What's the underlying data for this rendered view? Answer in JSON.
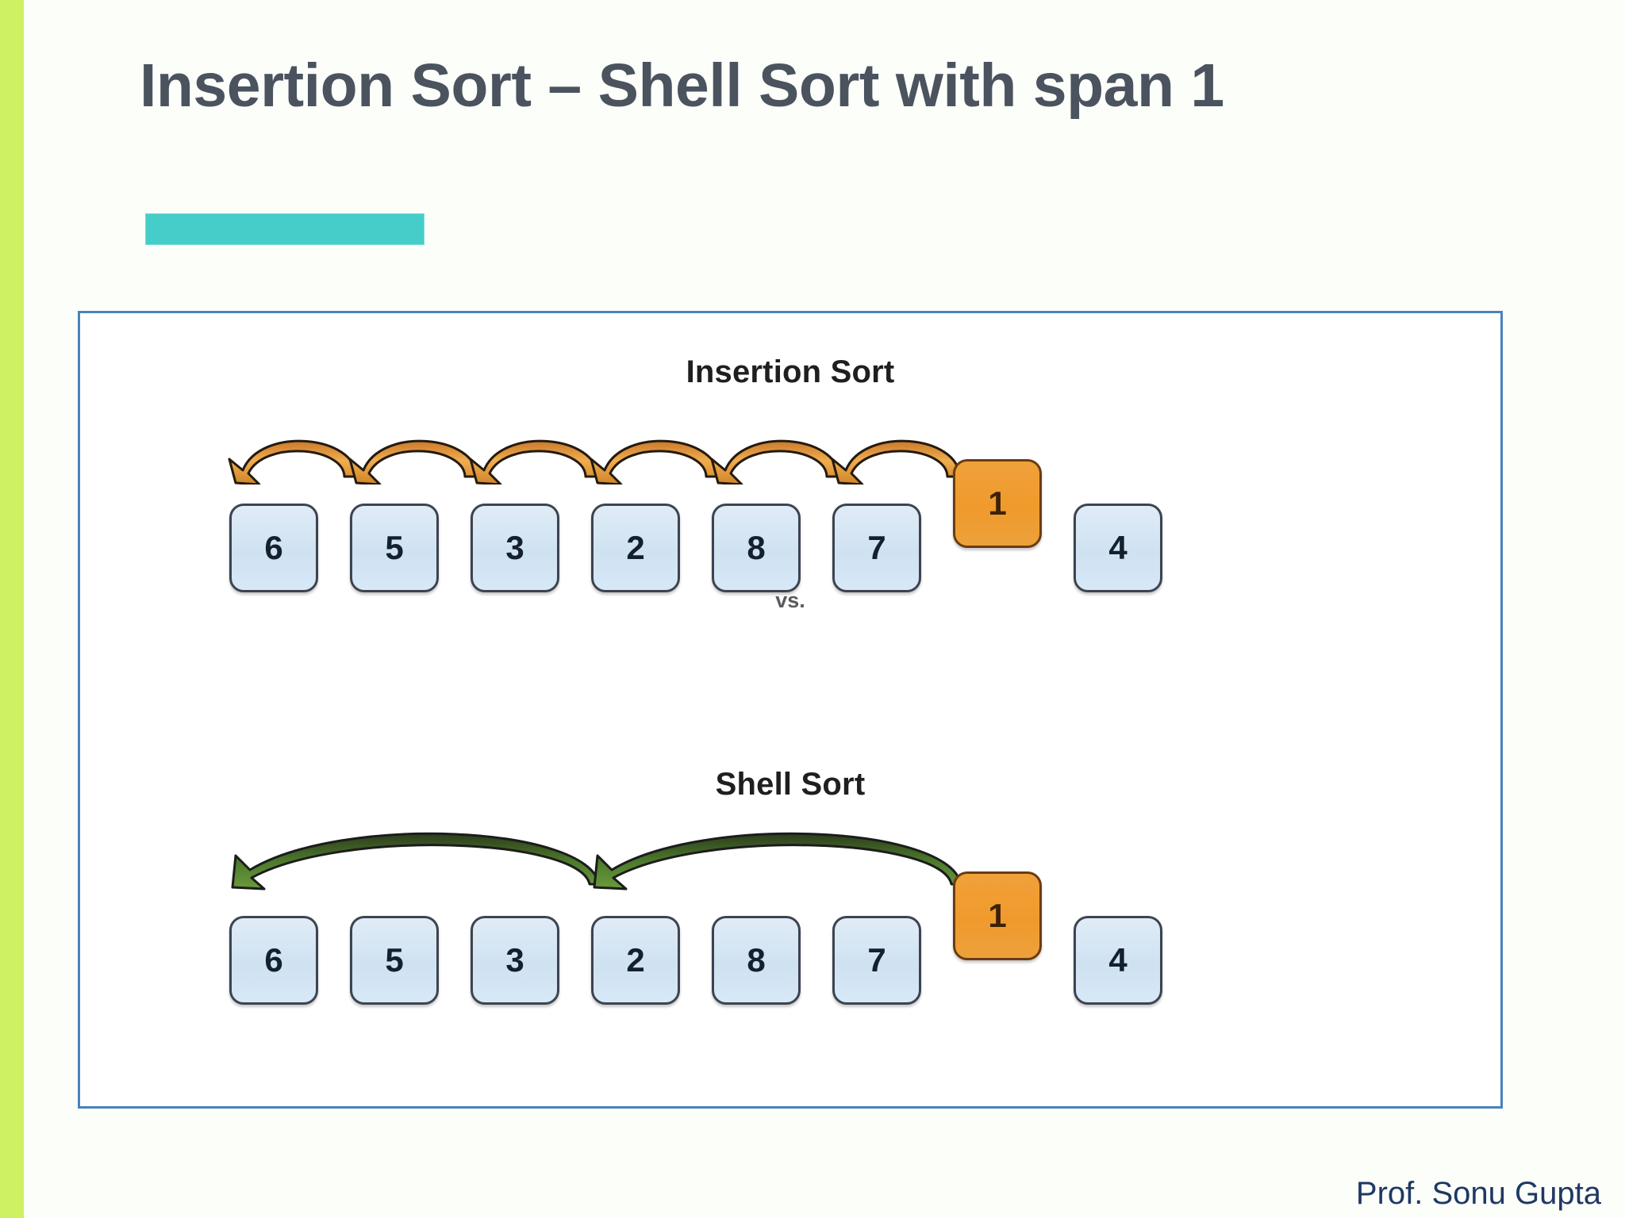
{
  "slide": {
    "title": "Insertion Sort – Shell Sort with span 1",
    "signature": "Prof. Sonu Gupta",
    "accent_left_color": "#cdf162",
    "accent_bar_color": "#45cdc9",
    "frame_border_color": "#4a82bd",
    "background_color": "#fcfefa",
    "title_color": "#4a535e",
    "signature_color": "#1f3864"
  },
  "diagram": {
    "comparison_label": "vs.",
    "sections": [
      {
        "id": "insertion-sort",
        "heading": "Insertion Sort",
        "arrow_color": "#d58b33",
        "arrow_outline_color": "#241a10",
        "arrow_style": "short-hops",
        "arrow_span_cells": 1,
        "arrow_count": 6,
        "cells": [
          {
            "value": "6",
            "state": "normal"
          },
          {
            "value": "5",
            "state": "normal"
          },
          {
            "value": "3",
            "state": "normal"
          },
          {
            "value": "2",
            "state": "normal"
          },
          {
            "value": "8",
            "state": "normal"
          },
          {
            "value": "7",
            "state": "normal"
          },
          {
            "value": "1",
            "state": "highlight"
          },
          {
            "value": "",
            "state": "gap"
          },
          {
            "value": "4",
            "state": "normal"
          }
        ]
      },
      {
        "id": "shell-sort",
        "heading": "Shell Sort",
        "arrow_color": "#4a7a2a",
        "arrow_outline_color": "#1c1c1c",
        "arrow_style": "long-arcs",
        "arrow_span_cells": 3,
        "arrow_count": 2,
        "cells": [
          {
            "value": "6",
            "state": "normal"
          },
          {
            "value": "5",
            "state": "normal"
          },
          {
            "value": "3",
            "state": "normal"
          },
          {
            "value": "2",
            "state": "normal"
          },
          {
            "value": "8",
            "state": "normal"
          },
          {
            "value": "7",
            "state": "normal"
          },
          {
            "value": "1",
            "state": "highlight"
          },
          {
            "value": "",
            "state": "gap"
          },
          {
            "value": "4",
            "state": "normal"
          }
        ]
      }
    ]
  }
}
